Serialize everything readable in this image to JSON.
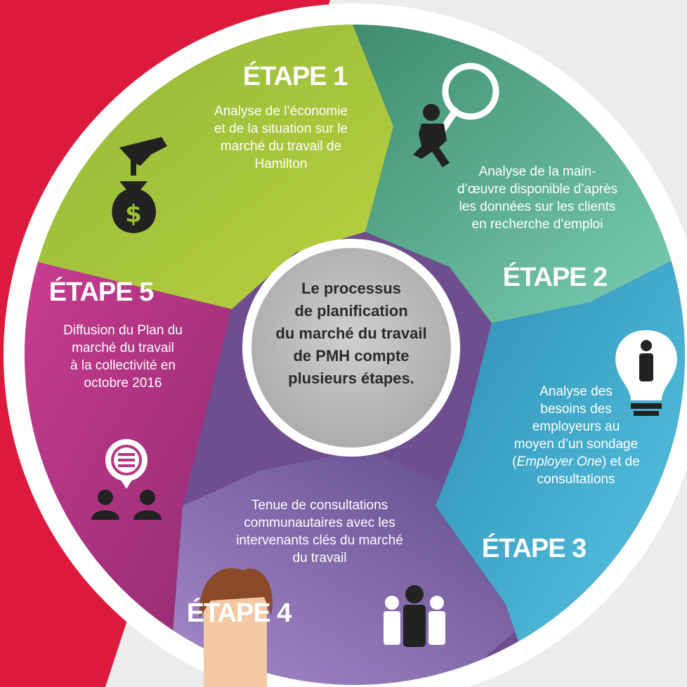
{
  "center_title": [
    "Le processus",
    "de planification",
    "du marché du travail",
    "de PMH compte",
    "plusieurs étapes."
  ],
  "steps": [
    {
      "title": "ÉTAPE 1",
      "description": [
        "Analyse de l’économie",
        "et de la situation sur le",
        "marché du travail de",
        "Hamilton"
      ],
      "color": "#9cc03a",
      "icon": "hand-money-bag-icon"
    },
    {
      "title": "ÉTAPE 2",
      "description": [
        "Analyse de la main-",
        "d’œuvre disponible d’après",
        "les données sur les clients",
        "en recherche d’emploi"
      ],
      "color": "#4fae95",
      "icon": "magnifier-person-icon"
    },
    {
      "title": "ÉTAPE 3",
      "description": [
        "Analyse des",
        "besoins des",
        "employeurs au",
        "moyen d’un sondage",
        "(",
        "Employer One",
        ") et de",
        "consultations"
      ],
      "color": "#3aa7c8",
      "icon": "lightbulb-person-icon"
    },
    {
      "title": "ÉTAPE 4",
      "description": [
        "Tenue de consultations",
        "communautaires avec les",
        "intervenants clés du marché",
        "du travail"
      ],
      "color": "#7e5a9e",
      "icon": "group-people-icon"
    },
    {
      "title": "ÉTAPE 5",
      "description": [
        "Diffusion du Plan du",
        "marché du travail",
        "à la collectivité en",
        "octobre 2016"
      ],
      "color": "#b5377f",
      "icon": "speech-people-icon"
    }
  ],
  "colors": {
    "background": "#ececec",
    "red_band": "#dc1a3c",
    "ring": "#ffffff",
    "center": "#b9b8b8"
  }
}
